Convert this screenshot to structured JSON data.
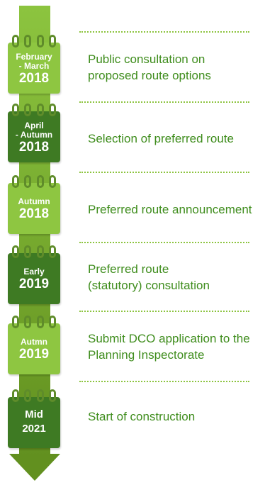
{
  "colors": {
    "spine_top": "#8cc43f",
    "spine_bottom": "#62901f",
    "calendar_light": "#8ec641",
    "calendar_dark": "#3e7a23",
    "text_green": "#3f8d1d",
    "dots": "#8cc43f"
  },
  "milestones": [
    {
      "period": "February - March",
      "period_lines": [
        "February",
        "- March"
      ],
      "year": "2018",
      "description_lines": [
        "Public consultation on",
        "proposed route options"
      ],
      "style": "light"
    },
    {
      "period": "April - Autumn",
      "period_lines": [
        "April",
        "- Autumn"
      ],
      "year": "2018",
      "description_lines": [
        "Selection of preferred route"
      ],
      "style": "dark"
    },
    {
      "period": "Autumn",
      "period_lines": [
        "Autumn"
      ],
      "year": "2018",
      "description_lines": [
        "Preferred route announcement"
      ],
      "style": "light"
    },
    {
      "period": "Early",
      "period_lines": [
        "Early"
      ],
      "year": "2019",
      "description_lines": [
        "Preferred route",
        "(statutory) consultation"
      ],
      "style": "dark"
    },
    {
      "period": "Autmn",
      "period_lines": [
        "Autmn"
      ],
      "year": "2019",
      "description_lines": [
        "Submit DCO application to the",
        "Planning Inspectorate"
      ],
      "style": "light"
    },
    {
      "period": "Mid",
      "period_lines": [
        "Mid"
      ],
      "year": "2021",
      "description_lines": [
        "Start of construction"
      ],
      "style": "dark"
    }
  ]
}
